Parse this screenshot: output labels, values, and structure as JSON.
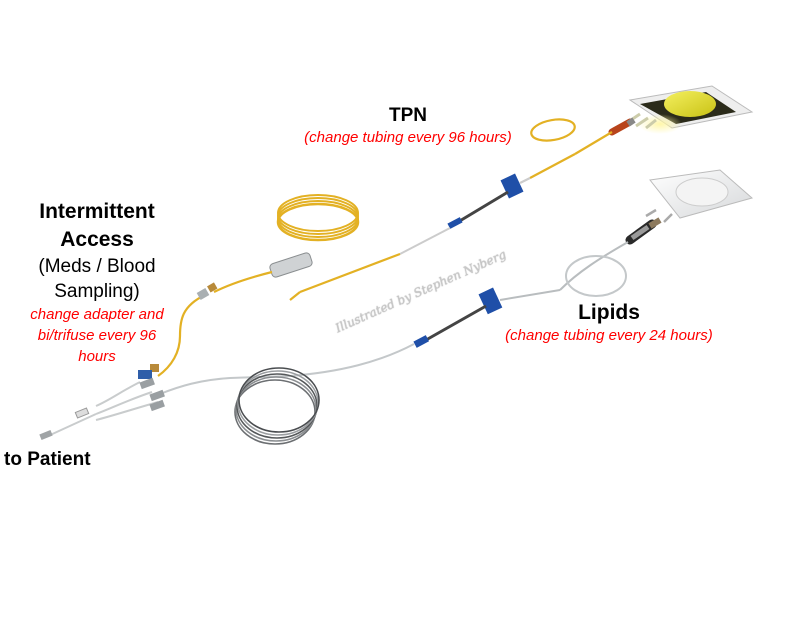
{
  "diagram": {
    "type": "tpn-iv-tubing-setup-illustration",
    "background_color": "#ffffff",
    "colors": {
      "label_text": "#000000",
      "note_text": "#ff0000",
      "tpn_tubing": "#e8b320",
      "tpn_bag_fluid": "#e6e21c",
      "lipid_tubing": "#d8dcdc",
      "clamp_blue": "#1f4fa8",
      "connector_metal": "#9aa0a4",
      "tpn_filter": "#b8441c"
    },
    "labels": {
      "tpn": {
        "title": "TPN",
        "note": "(change tubing every 96 hours)"
      },
      "intermittent_access": {
        "title_line1": "Intermittent",
        "title_line2": "Access",
        "sub_line1": "(Meds / Blood",
        "sub_line2": "Sampling)",
        "note_line1": "change adapter and",
        "note_line2": "bi/trifuse every 96",
        "note_line3": "hours"
      },
      "lipids": {
        "title": "Lipids",
        "note": "(change tubing every 24 hours)"
      },
      "patient": {
        "title": "to Patient"
      }
    },
    "watermark": "Illustrated by Stephen Nyberg",
    "components": [
      {
        "name": "TPN bag",
        "fluid": "yellow",
        "position": "top-right"
      },
      {
        "name": "Lipid bag",
        "fluid": "white/clear",
        "position": "right, below TPN bag"
      },
      {
        "name": "TPN in-line filter",
        "color": "orange"
      },
      {
        "name": "TPN coiled tubing (yellow)",
        "coils": 2
      },
      {
        "name": "Lipid coiled tubing (clear/grey)",
        "coils": 2
      },
      {
        "name": "Pump cassette/clamp (blue)",
        "count": 2
      },
      {
        "name": "Intermittent access adapter",
        "cap": "orange/blue"
      },
      {
        "name": "Bi/trifuse connector to patient"
      }
    ]
  }
}
